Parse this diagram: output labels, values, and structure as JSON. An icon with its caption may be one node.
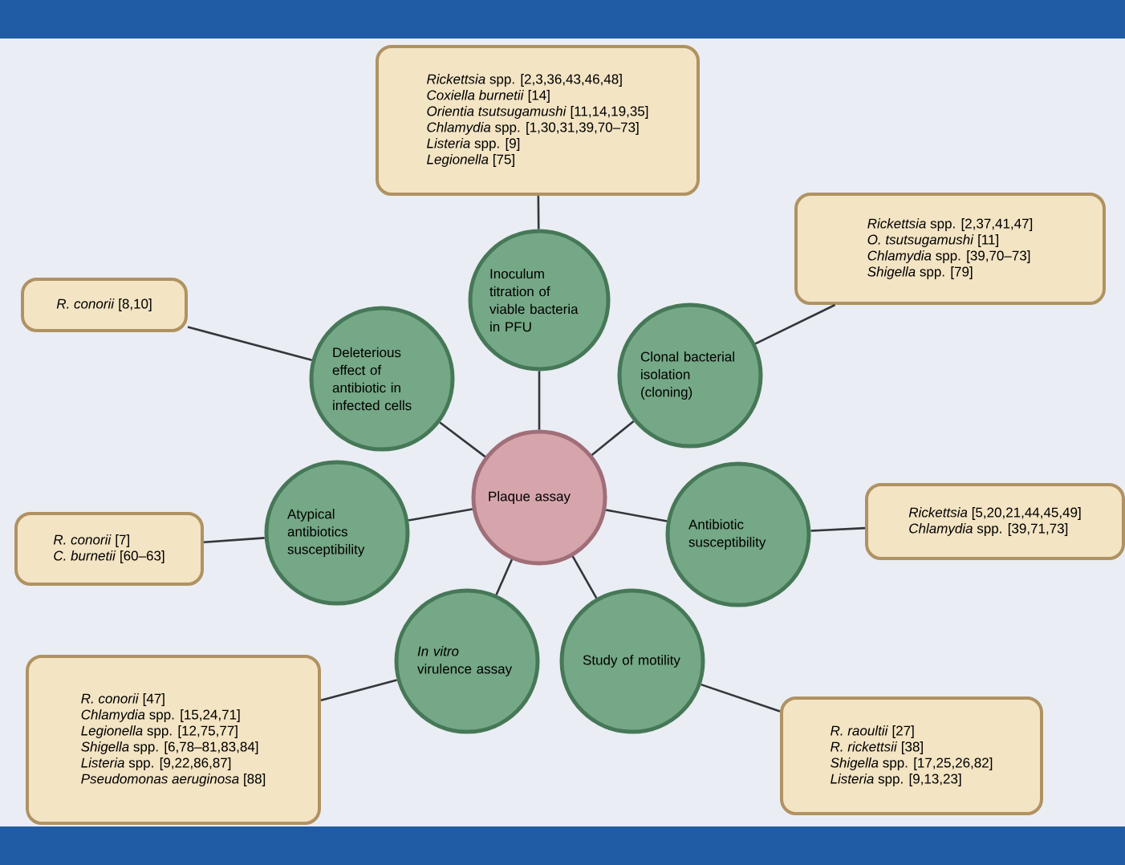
{
  "diagram": {
    "nodes": [
      {
        "text": [
          "*Rickettsia* spp. [2,3,36,43,46,48]",
          "*Coxiella burnetii* [14]",
          "*Orientia tsutsugamushi* [11,14,19,35]",
          "*Chlamydia* spp. [1,30,31,39,70–73]",
          "*Listeria* spp. [9]",
          "*Legionella* [75]"
        ]
      },
      {
        "text": [
          "Inoculum titration of viable bacteria in PFU"
        ]
      },
      {
        "text": [
          "*Rickettsia* spp. [2,37,41,47]",
          "*O. tsutsugamushi* [11]",
          "*Chlamydia* spp. [39,70–73]",
          "*Shigella* spp. [79]"
        ]
      },
      {
        "text": [
          "*R. conorii* [8,10]"
        ]
      },
      {
        "text": [
          "Deleterious effect of antibiotic in infected cells"
        ]
      },
      {
        "text": [
          "Clonal bacterial isolation (cloning)"
        ]
      },
      {
        "text": [
          "Plaque assay"
        ]
      },
      {
        "text": [
          "*R. conorii* [7]",
          "*C. burnetii* [60–63]"
        ]
      },
      {
        "text": [
          "Atypical antibiotics susceptibility"
        ]
      },
      {
        "text": [
          "Antibiotic susceptibility"
        ]
      },
      {
        "text": [
          "*Rickettsia* [5,20,21,44,45,49]",
          "*Chlamydia* spp. [39,71,73]"
        ]
      },
      {
        "text": [
          "*In vitro* virulence assay"
        ]
      },
      {
        "text": [
          "Study of motility"
        ]
      },
      {
        "text": [
          "*R. conorii* [47]",
          "*Chlamydia* spp. [15,24,71]",
          "*Legionella* spp. [12,75,77]",
          "*Shigella* spp. [6,78–81,83,84]",
          "*Listeria* spp. [9,22,86,87]",
          "*Pseudomonas aeruginosa* [88]"
        ]
      },
      {
        "text": [
          "*R. raoultii* [27]",
          "*R. rickettsii* [38]",
          "*Shigella* spp. [17,25,26,82]",
          "*Listeria* spp. [9,13,23]"
        ]
      }
    ],
    "edges": [
      {
        "from": 0,
        "to": 1,
        "arrow": "none"
      },
      {
        "from": 1,
        "to": 6,
        "arrow": "none"
      },
      {
        "from": 2,
        "to": 5,
        "arrow": "none"
      },
      {
        "from": 5,
        "to": 6,
        "arrow": "none"
      },
      {
        "from": 3,
        "to": 4,
        "arrow": "none"
      },
      {
        "from": 4,
        "to": 6,
        "arrow": "none"
      },
      {
        "from": 7,
        "to": 8,
        "arrow": "none"
      },
      {
        "from": 8,
        "to": 6,
        "arrow": "none"
      },
      {
        "from": 9,
        "to": 6,
        "arrow": "none"
      },
      {
        "from": 9,
        "to": 10,
        "arrow": "none"
      },
      {
        "from": 11,
        "to": 6,
        "arrow": "none"
      },
      {
        "from": 13,
        "to": 11,
        "arrow": "none"
      },
      {
        "from": 12,
        "to": 6,
        "arrow": "none"
      },
      {
        "from": 12,
        "to": 14,
        "arrow": "none"
      }
    ]
  }
}
